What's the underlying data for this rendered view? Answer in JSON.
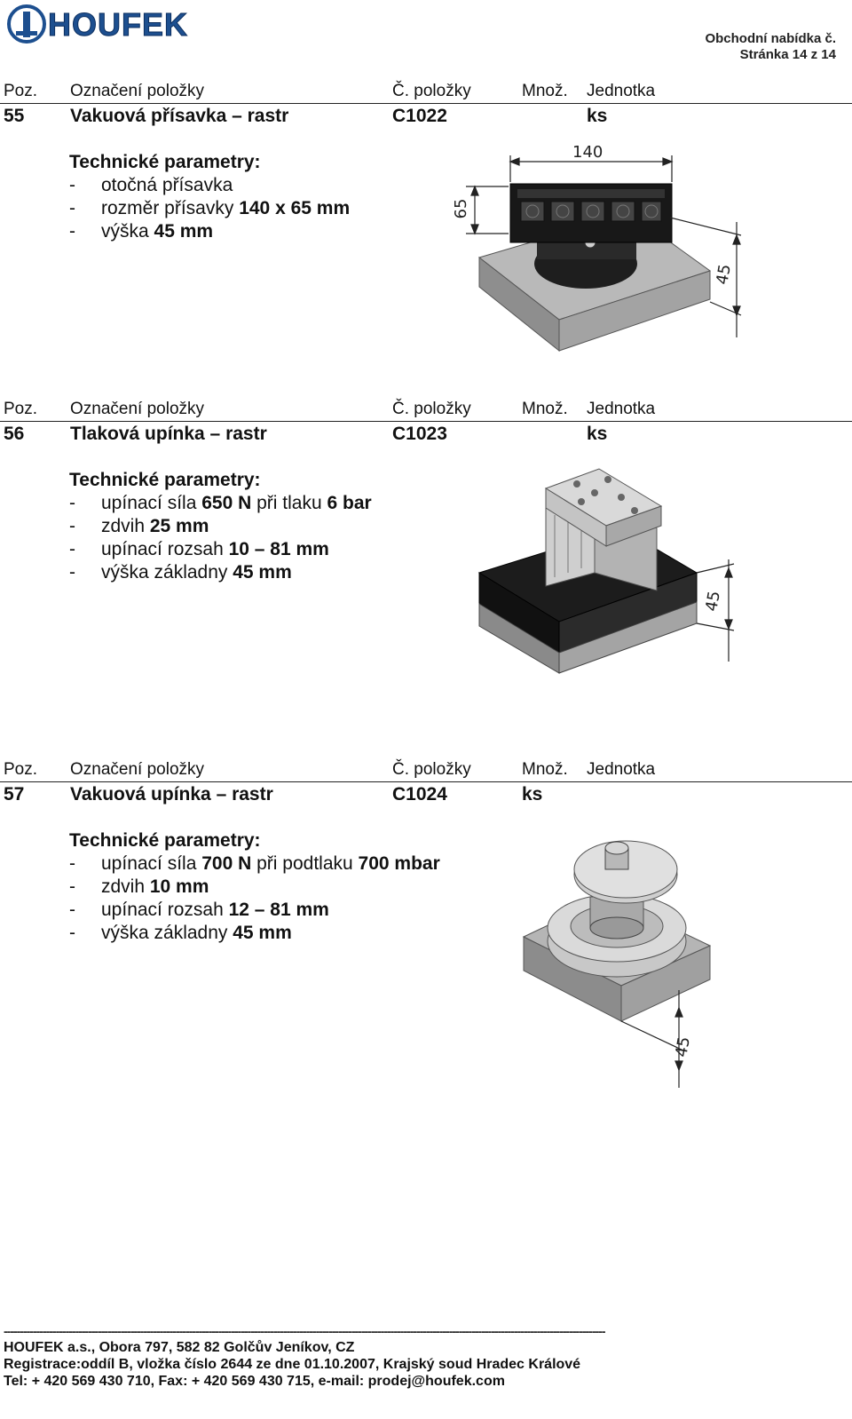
{
  "header": {
    "logo_text": "HOUFEK",
    "offer_title": "Obchodní nabídka č.",
    "page_label": "Stránka 14 z 14"
  },
  "columns": {
    "poz": "Poz.",
    "name": "Označení položky",
    "code": "Č. položky",
    "qty": "Množ.",
    "unit": "Jednotka"
  },
  "items": [
    {
      "poz": "55",
      "name": "Vakuová přísavka – rastr",
      "code": "C1022",
      "qty": "",
      "unit": "ks",
      "params_title": "Technické parametry:",
      "params": [
        {
          "dash": "-",
          "text": "otočná přísavka",
          "bold": ""
        },
        {
          "dash": "-",
          "text": "rozměr přísavky ",
          "bold": "140 x 65 mm"
        },
        {
          "dash": "-",
          "text": "výška ",
          "bold": "45 mm"
        }
      ],
      "dims": {
        "width": "140",
        "depth": "65",
        "height": "45"
      }
    },
    {
      "poz": "56",
      "name": "Tlaková upínka – rastr",
      "code": "C1023",
      "qty": "",
      "unit": "ks",
      "params_title": "Technické parametry:",
      "params": [
        {
          "dash": "-",
          "text": "upínací síla ",
          "bold": "650 N",
          "text2": " při tlaku ",
          "bold2": "6 bar"
        },
        {
          "dash": "-",
          "text": "zdvih ",
          "bold": "25 mm"
        },
        {
          "dash": "-",
          "text": "upínací rozsah ",
          "bold": "10 – 81 mm"
        },
        {
          "dash": "-",
          "text": "výška základny ",
          "bold": "45 mm"
        }
      ],
      "dims": {
        "height": "45"
      }
    },
    {
      "poz": "57",
      "name": "Vakuová upínka – rastr",
      "code": "C1024",
      "qty": "ks",
      "unit": "",
      "params_title": "Technické parametry:",
      "params": [
        {
          "dash": "-",
          "text": "upínací síla ",
          "bold": "700 N",
          "text2": " při podtlaku ",
          "bold2": "700 mbar"
        },
        {
          "dash": "-",
          "text": "zdvih ",
          "bold": "10 mm"
        },
        {
          "dash": "-",
          "text": "upínací rozsah ",
          "bold": "12 – 81 mm"
        },
        {
          "dash": "-",
          "text": "výška základny ",
          "bold": "45 mm"
        }
      ],
      "dims": {
        "height": "45"
      }
    }
  ],
  "footer": {
    "dashes": "-----------------------------------------------------------------------------------------------------------------------------------------------------------------------------------------",
    "line1": "HOUFEK a.s., Obora 797, 582 82  Golčův Jeníkov, CZ",
    "line2": "Registrace:oddíl B, vložka číslo 2644 ze dne 01.10.2007, Krajský soud Hradec Králové",
    "line3": "Tel: + 420 569 430 710, Fax: + 420 569 430 715, e-mail: prodej@houfek.com"
  }
}
